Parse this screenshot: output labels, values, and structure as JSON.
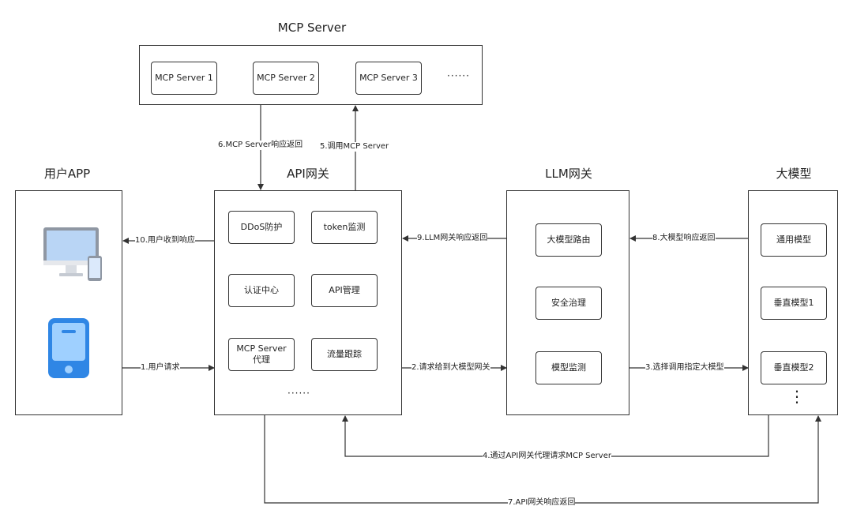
{
  "titles": {
    "mcp": "MCP Server",
    "user_app": "用户APP",
    "api_gateway": "API网关",
    "llm_gateway": "LLM网关",
    "big_model": "大模型"
  },
  "mcp_servers": [
    "MCP Server 1",
    "MCP Server 2",
    "MCP Server 3",
    "······"
  ],
  "api_gateway_modules": [
    "DDoS防护",
    "token监测",
    "认证中心",
    "API管理",
    "MCP Server代理",
    "流量跟踪",
    "······"
  ],
  "llm_gateway_modules": [
    "大模型路由",
    "安全治理",
    "模型监测"
  ],
  "model_modules": [
    "通用模型",
    "垂直模型1",
    "垂直模型2",
    "⋮"
  ],
  "arrows": {
    "a1": "1.用户请求",
    "a2": "2.请求给到大模型网关",
    "a3": "3.选择调用指定大模型",
    "a4": "4.通过API网关代理请求MCP Server",
    "a5": "5.调用MCP Server",
    "a6": "6.MCP Server响应返回",
    "a7": "7.API网关响应返回",
    "a8": "8.大模型响应返回",
    "a9": "9.LLM网关响应返回",
    "a10": "10.用户收到响应"
  },
  "colors": {
    "line": "#333333",
    "device_blue": "#2f86e5",
    "monitor_grey": "#8f97a3"
  },
  "icons": [
    "monitor-icon",
    "phone-icon",
    "mobile-phone-icon"
  ]
}
